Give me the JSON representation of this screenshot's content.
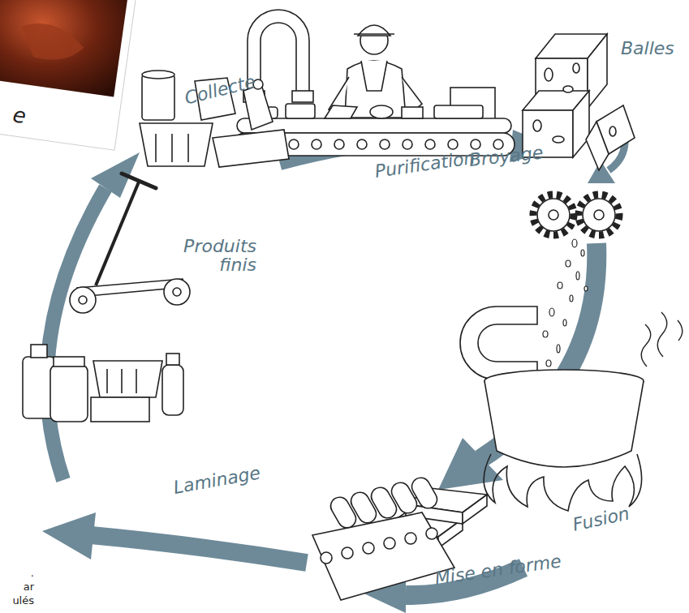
{
  "diagram": {
    "labels": [
      "e",
      "Collecte",
      "Purification",
      "Balles",
      "Broyage",
      "Produits finis",
      "Fusion",
      "Laminage",
      "Mise en forme",
      ".",
      "ar",
      "ulés"
    ]
  }
}
